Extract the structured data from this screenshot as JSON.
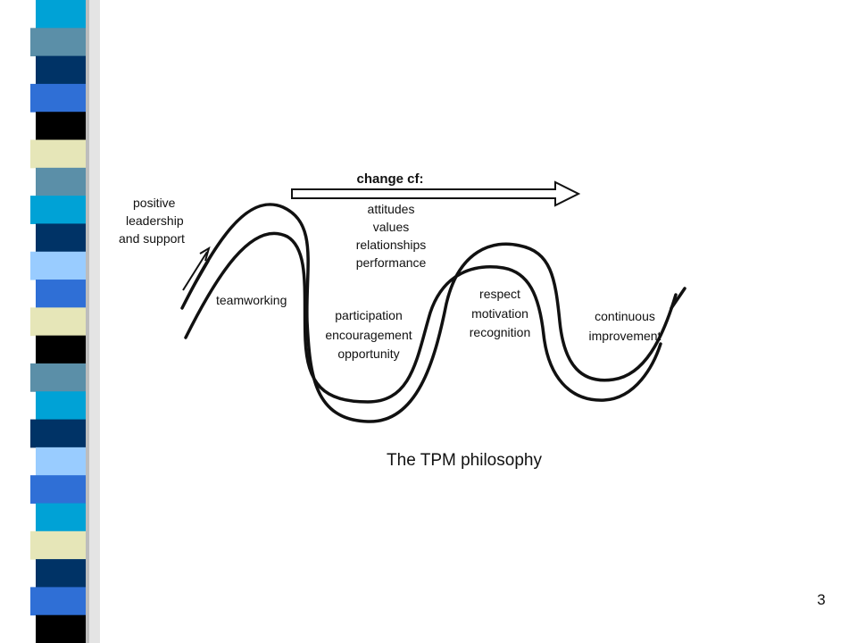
{
  "slide": {
    "number": "3",
    "stripe_colors": [
      "#00a2d6",
      "#5b8fa8",
      "#003366",
      "#2f6fd6",
      "#000000",
      "#e6e6b8",
      "#5b8fa8",
      "#00a2d6",
      "#003366",
      "#99ccff",
      "#2f6fd6",
      "#e6e6b8",
      "#000000",
      "#5b8fa8",
      "#00a2d6",
      "#003366",
      "#99ccff",
      "#2f6fd6",
      "#00a2d6",
      "#e6e6b8",
      "#003366",
      "#2f6fd6",
      "#000000"
    ]
  },
  "diagram": {
    "change_title": "change cf:",
    "change_items": [
      "attitudes",
      "values",
      "relationships",
      "performance"
    ],
    "start_label": [
      "positive",
      "leadership",
      "and support"
    ],
    "stage_teamworking": "teamworking",
    "stage_participation": [
      "participation",
      "encouragement",
      "opportunity"
    ],
    "stage_respect": [
      "respect",
      "motivation",
      "recognition"
    ],
    "stage_continuous": [
      "continuous",
      "improvement"
    ],
    "caption": "The TPM philosophy"
  }
}
